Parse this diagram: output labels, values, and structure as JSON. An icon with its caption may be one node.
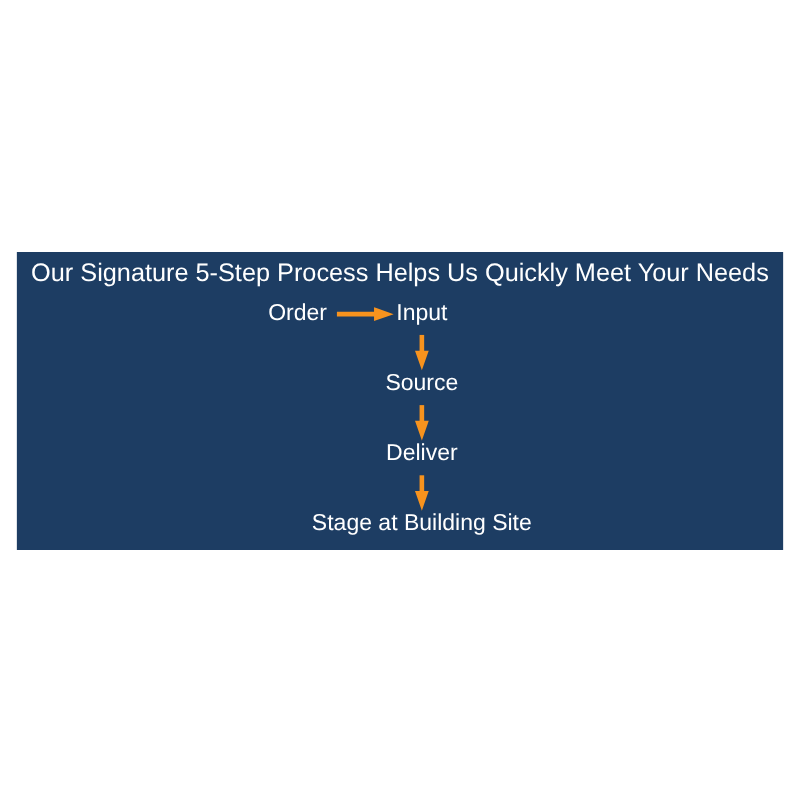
{
  "diagram": {
    "title": "Our Signature 5-Step Process Helps Us Quickly Meet Your Needs",
    "nodes": [
      {
        "text": [
          "Order"
        ]
      },
      {
        "text": [
          "Input"
        ]
      },
      {
        "text": [
          "Source"
        ]
      },
      {
        "text": [
          "Deliver"
        ]
      },
      {
        "text": [
          "Stage at Building Site"
        ]
      }
    ],
    "edges": [
      {
        "from": 0,
        "to": 1,
        "arrow": "to"
      },
      {
        "from": 1,
        "to": 2,
        "arrow": "to"
      },
      {
        "from": 2,
        "to": 3,
        "arrow": "to"
      },
      {
        "from": 3,
        "to": 4,
        "arrow": "to"
      }
    ]
  }
}
